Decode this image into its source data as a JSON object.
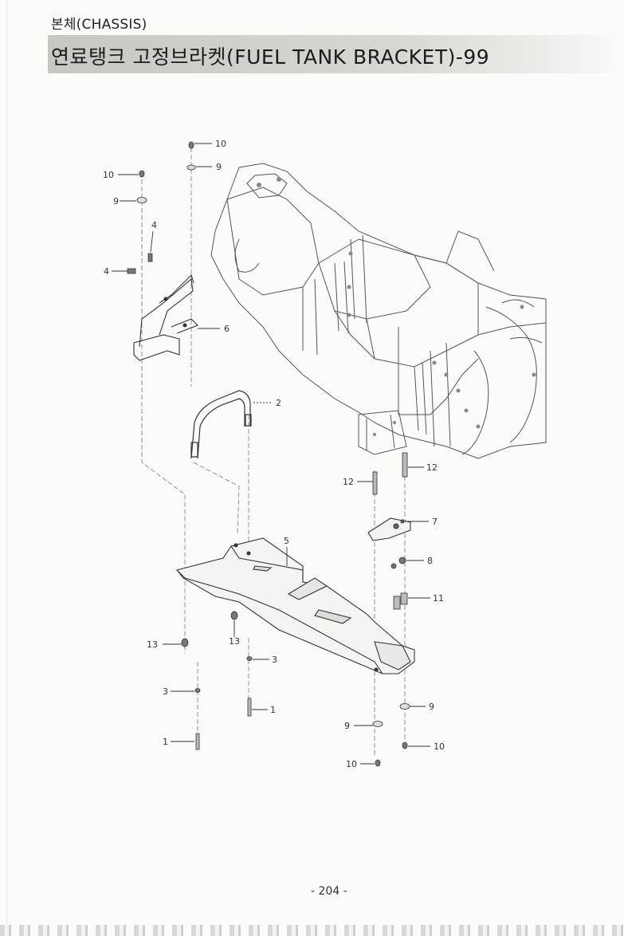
{
  "header": {
    "section": "본체(CHASSIS)",
    "title": "연료탱크 고정브라켓(FUEL TANK BRACKET)-99"
  },
  "diagram": {
    "callouts": [
      {
        "id": "c10a",
        "label": "10"
      },
      {
        "id": "c9a",
        "label": "9"
      },
      {
        "id": "c10b",
        "label": "10"
      },
      {
        "id": "c9b",
        "label": "9"
      },
      {
        "id": "c4a",
        "label": "4"
      },
      {
        "id": "c4b",
        "label": "4"
      },
      {
        "id": "c6",
        "label": "6"
      },
      {
        "id": "c2",
        "label": "2"
      },
      {
        "id": "c12a",
        "label": "12"
      },
      {
        "id": "c12b",
        "label": "12"
      },
      {
        "id": "c7",
        "label": "7"
      },
      {
        "id": "c5",
        "label": "5"
      },
      {
        "id": "c8",
        "label": "8"
      },
      {
        "id": "c11",
        "label": "11"
      },
      {
        "id": "c13a",
        "label": "13"
      },
      {
        "id": "c13b",
        "label": "13"
      },
      {
        "id": "c3a",
        "label": "3"
      },
      {
        "id": "c3b",
        "label": "3"
      },
      {
        "id": "c1a",
        "label": "1"
      },
      {
        "id": "c1b",
        "label": "1"
      },
      {
        "id": "c9c",
        "label": "9"
      },
      {
        "id": "c9d",
        "label": "9"
      },
      {
        "id": "c10c",
        "label": "10"
      },
      {
        "id": "c10d",
        "label": "10"
      }
    ]
  },
  "footer": {
    "page_number": "- 204 -"
  }
}
